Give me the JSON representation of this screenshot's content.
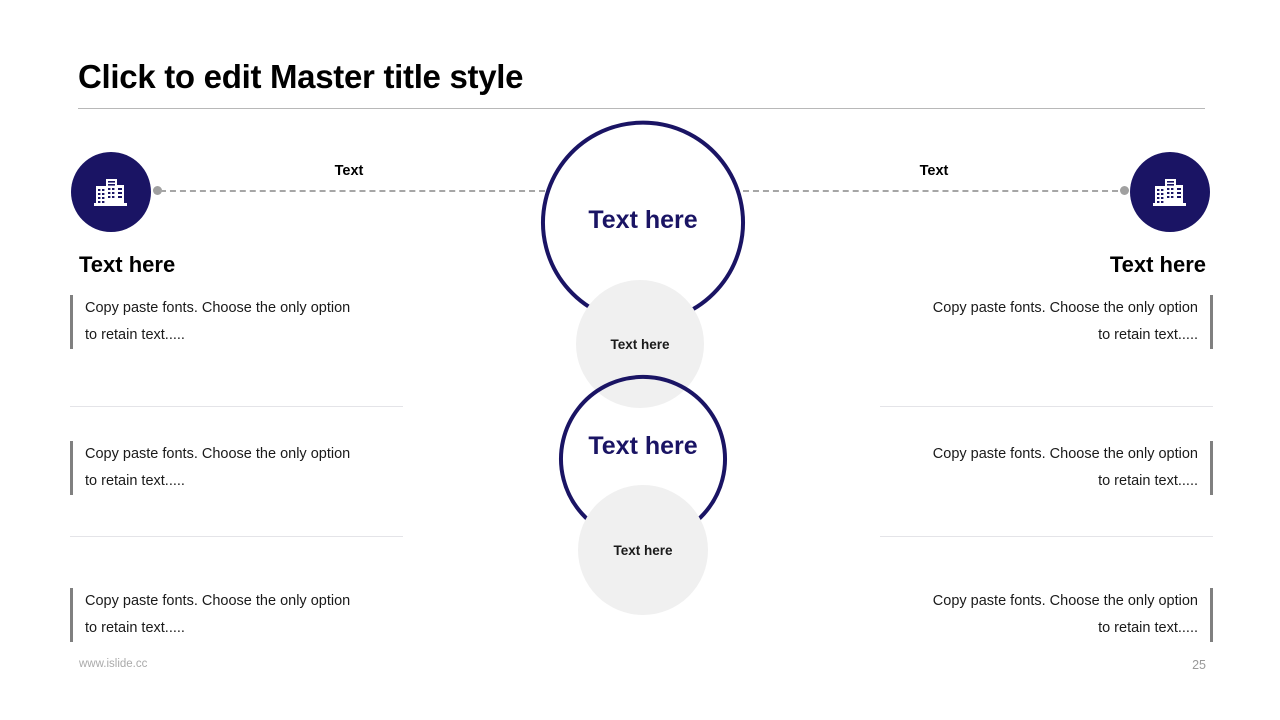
{
  "slide": {
    "title": "Click to edit Master title style",
    "page_number": "25",
    "watermark": "www.islide.cc",
    "colors": {
      "navy": "#1a1464",
      "gray_circle": "#f0f0f0",
      "dash": "#a6a6a6",
      "accent_bar": "#808080",
      "divider": "#e4e4e8"
    }
  },
  "connectors": [
    {
      "side": "left",
      "label": "Text",
      "icon": "building-icon"
    },
    {
      "side": "right",
      "label": "Text",
      "icon": "building-icon"
    }
  ],
  "center": {
    "rings": [
      {
        "id": "ring-1",
        "label": "Text here"
      },
      {
        "id": "ring-2",
        "label": "Text here"
      }
    ],
    "gray_circles": [
      {
        "id": "gray-1",
        "label": "Text here"
      },
      {
        "id": "gray-2",
        "label": "Text here"
      }
    ]
  },
  "columns": {
    "left": {
      "heading": "Text here",
      "blocks": [
        {
          "line1": "Copy paste fonts. Choose the only option",
          "line2": "to retain text....."
        },
        {
          "line1": "Copy paste fonts. Choose the only option",
          "line2": "to retain text....."
        },
        {
          "line1": "Copy paste fonts. Choose the only option",
          "line2": "to retain text....."
        }
      ]
    },
    "right": {
      "heading": "Text here",
      "blocks": [
        {
          "line1": "Copy paste fonts. Choose the only option",
          "line2": "to retain text....."
        },
        {
          "line1": "Copy paste fonts. Choose the only option",
          "line2": "to retain text....."
        },
        {
          "line1": "Copy paste fonts. Choose the only option",
          "line2": "to retain text....."
        }
      ]
    }
  }
}
